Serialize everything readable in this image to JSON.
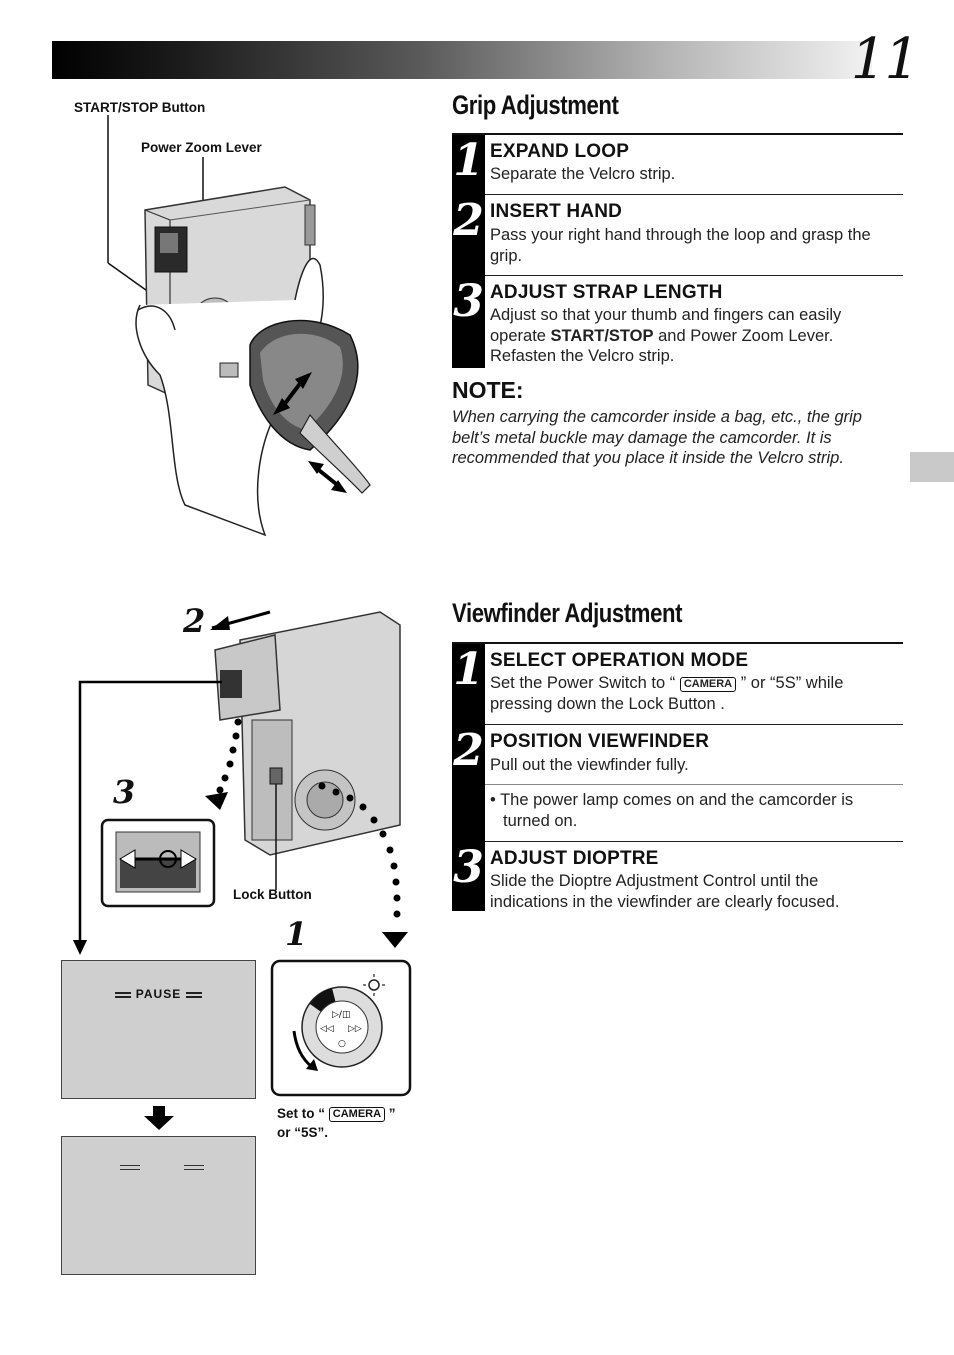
{
  "page": {
    "number": "11"
  },
  "grip": {
    "title": "Grip Adjustment",
    "steps": [
      {
        "num": "1",
        "heading": "EXPAND LOOP",
        "text": "Separate the Velcro strip."
      },
      {
        "num": "2",
        "heading": "INSERT HAND",
        "text": "Pass your right hand through the loop and grasp the grip."
      },
      {
        "num": "3",
        "heading": "ADJUST STRAP LENGTH",
        "text_a": "Adjust so that your thumb and fingers can easily operate ",
        "text_bold": "START/STOP",
        "text_b": " and Power Zoom Lever. Refasten the Velcro strip."
      }
    ],
    "note_title": "NOTE:",
    "note_text": "When carrying the camcorder inside a bag, etc., the grip belt’s metal buckle may damage the camcorder. It is recommended that you place it inside the Velcro strip."
  },
  "viewfinder": {
    "title": "Viewfinder Adjustment",
    "steps": [
      {
        "num": "1",
        "heading": "SELECT OPERATION MODE",
        "text_a": "Set the Power Switch to “ ",
        "camera_label": "CAMERA",
        "text_b": " ” or “5S” while pressing down the Lock Button ."
      },
      {
        "num": "2",
        "heading": "POSITION VIEWFINDER",
        "text": "Pull out the viewfinder fully.",
        "bullet": "• The power lamp comes on and the camcorder is turned on."
      },
      {
        "num": "3",
        "heading": "ADJUST DIOPTRE",
        "text": "Slide the Dioptre Adjustment Control until the indications in the viewfinder are clearly focused."
      }
    ]
  },
  "illustration": {
    "label_start_stop": "START/STOP Button",
    "label_power_zoom": "Power Zoom Lever",
    "label_lock": "Lock Button",
    "step_marker_1": "1",
    "step_marker_2": "2",
    "step_marker_3": "3",
    "screen_text": "PAUSE",
    "set_to_a": "Set to “ ",
    "set_to_camera": "CAMERA",
    "set_to_b": " ”",
    "set_to_c": "or “5S”."
  }
}
